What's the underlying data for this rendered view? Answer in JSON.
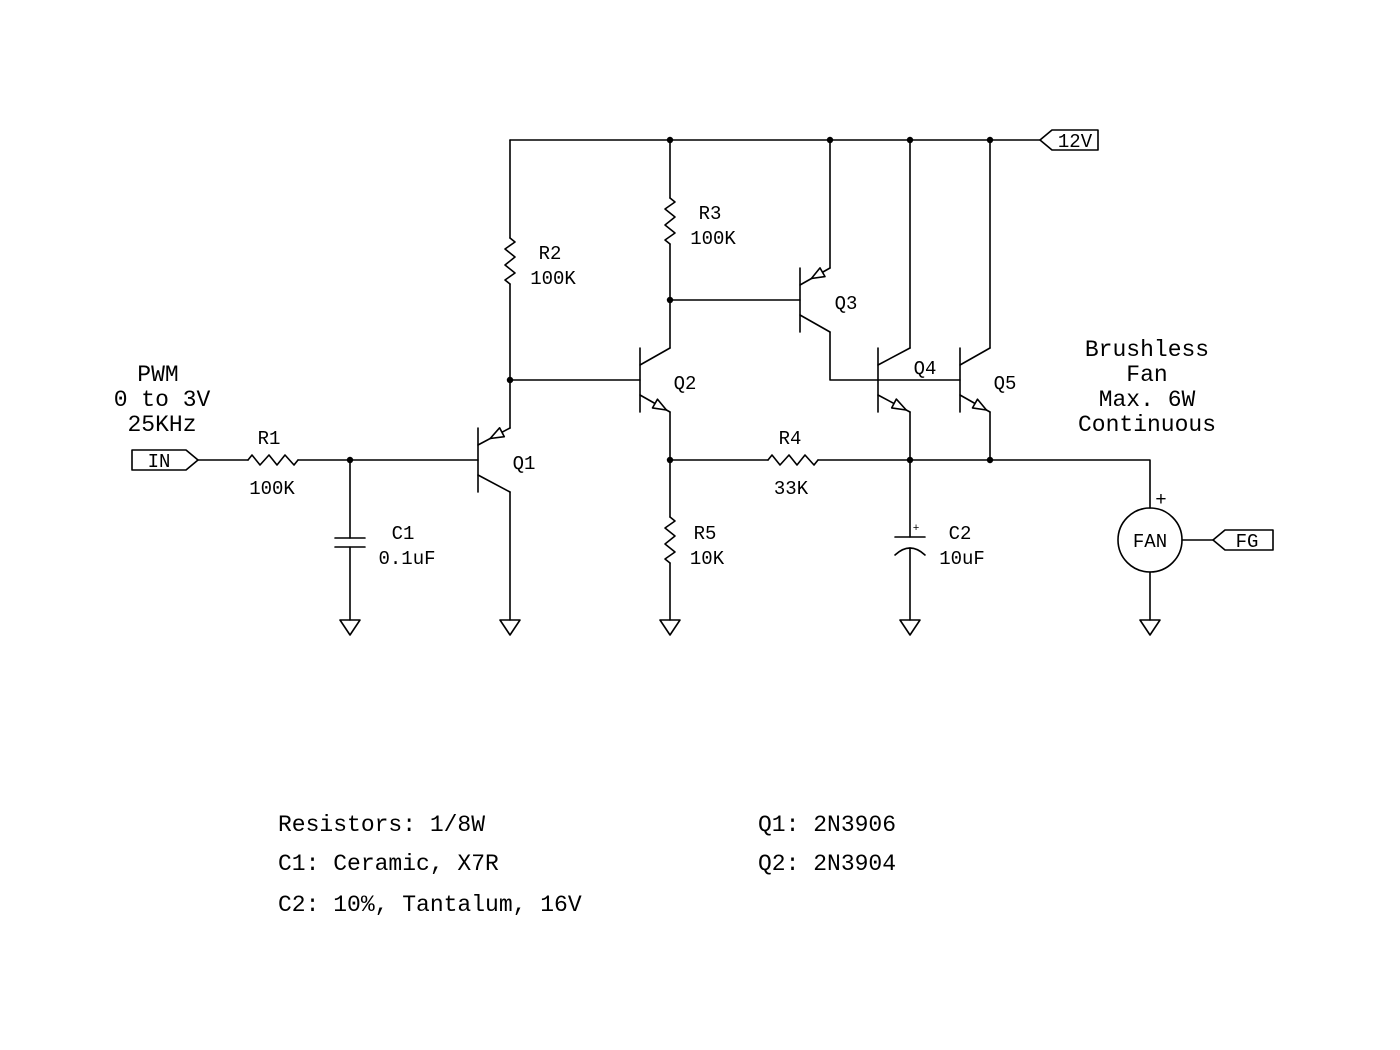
{
  "colors": {
    "background": "#ffffff",
    "line": "#000000"
  },
  "power_rail": {
    "label": "12V"
  },
  "input": {
    "port_label": "IN",
    "signal": {
      "line1": "PWM",
      "line2": "0 to 3V",
      "line3": "25KHz"
    }
  },
  "resistors": {
    "r1": {
      "ref": "R1",
      "value": "100K"
    },
    "r2": {
      "ref": "R2",
      "value": "100K"
    },
    "r3": {
      "ref": "R3",
      "value": "100K"
    },
    "r4": {
      "ref": "R4",
      "value": "33K"
    },
    "r5": {
      "ref": "R5",
      "value": "10K"
    }
  },
  "capacitors": {
    "c1": {
      "ref": "C1",
      "value": "0.1uF"
    },
    "c2": {
      "ref": "C2",
      "value": "10uF",
      "polarity_mark": "+"
    }
  },
  "transistors": {
    "q1": {
      "ref": "Q1"
    },
    "q2": {
      "ref": "Q2"
    },
    "q3": {
      "ref": "Q3"
    },
    "q4": {
      "ref": "Q4"
    },
    "q5": {
      "ref": "Q5"
    }
  },
  "fan": {
    "label": "FAN",
    "plus_mark": "+",
    "tach_port_label": "FG",
    "description": {
      "line1": "Brushless",
      "line2": "Fan",
      "line3": "Max. 6W",
      "line4": "Continuous"
    }
  },
  "notes": {
    "resistors": "Resistors: 1/8W",
    "c1": "C1: Ceramic, X7R",
    "c2": "C2: 10%, Tantalum, 16V",
    "q1": "Q1: 2N3906",
    "q2": "Q2: 2N3904"
  }
}
